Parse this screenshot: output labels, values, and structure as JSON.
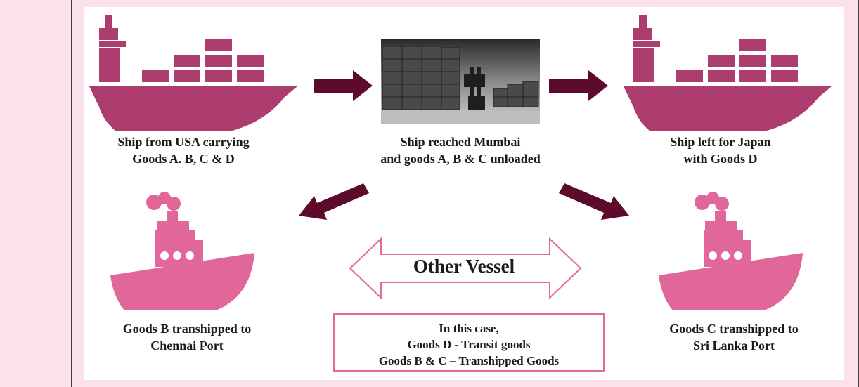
{
  "colors": {
    "big_ship": "#ad3d6f",
    "small_ship": "#e1669a",
    "arrow": "#5c0b2c",
    "double_arrow": "#e26a97",
    "background": "#fbe1ec"
  },
  "icons": [
    "cargo-ship-icon",
    "tugboat-icon",
    "container-yard-photo",
    "arrow-right-icon",
    "arrow-down-left-icon",
    "arrow-down-right-icon",
    "double-arrow-icon"
  ],
  "captions": {
    "usa_ship": [
      "Ship from USA carrying",
      "Goods A. B, C & D"
    ],
    "mumbai": [
      "Ship reached Mumbai",
      "and goods A, B & C unloaded"
    ],
    "japan_ship": [
      "Ship left for Japan",
      "with Goods D"
    ],
    "chennai": [
      "Goods B transhipped to",
      "Chennai Port"
    ],
    "srilanka": [
      "Goods C transhipped to",
      "Sri Lanka Port"
    ]
  },
  "other_vessel_label": "Other Vessel",
  "note": [
    "In this case,",
    "Goods D - Transit goods",
    "Goods B & C – Transhipped Goods"
  ]
}
